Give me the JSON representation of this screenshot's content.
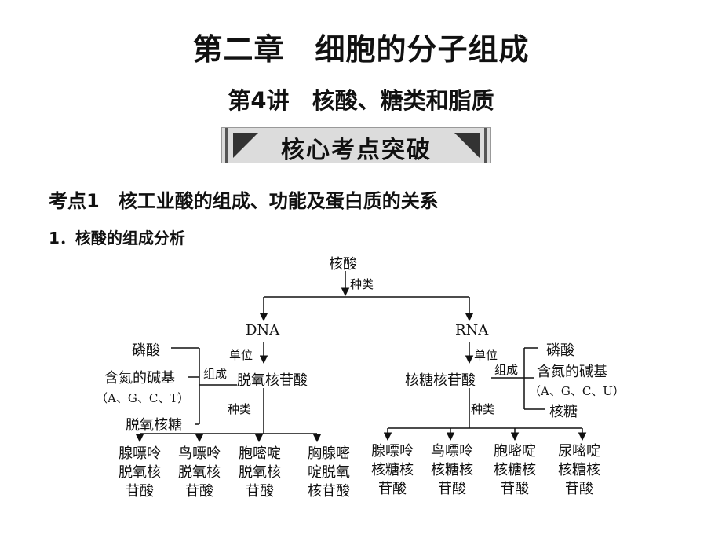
{
  "chapter_title": "第二章　细胞的分子组成",
  "lecture_title": "第4讲　核酸、糖类和脂质",
  "banner_label": "核心考点突破",
  "section_heading": "考点1　核工业酸的组成、功能及蛋白质的关系",
  "subsection_heading": "1．核酸的组成分析",
  "diagram": {
    "root": "核酸",
    "root_edge": "种类",
    "dna": {
      "name": "DNA",
      "unit_edge": "单位",
      "unit": "脱氧核苷酸",
      "compose_edge": "组成",
      "components": [
        "磷酸",
        "含氮的碱基",
        "（A、G、C、T）",
        "脱氧核糖"
      ],
      "kind_edge": "种类",
      "leaves": [
        [
          "腺嘌呤",
          "脱氧核",
          "苷酸"
        ],
        [
          "鸟嘌呤",
          "脱氧核",
          "苷酸"
        ],
        [
          "胞嘧啶",
          "脱氧核",
          "苷酸"
        ],
        [
          "胸腺嘧",
          "啶脱氧",
          "核苷酸"
        ]
      ]
    },
    "rna": {
      "name": "RNA",
      "unit_edge": "单位",
      "unit": "核糖核苷酸",
      "compose_edge": "组成",
      "components": [
        "磷酸",
        "含氮的碱基",
        "（A、G、C、U）",
        "核糖"
      ],
      "kind_edge": "种类",
      "leaves": [
        [
          "腺嘌呤",
          "核糖核",
          "苷酸"
        ],
        [
          "鸟嘌呤",
          "核糖核",
          "苷酸"
        ],
        [
          "胞嘧啶",
          "核糖核",
          "苷酸"
        ],
        [
          "尿嘧啶",
          "核糖核",
          "苷酸"
        ]
      ]
    }
  }
}
